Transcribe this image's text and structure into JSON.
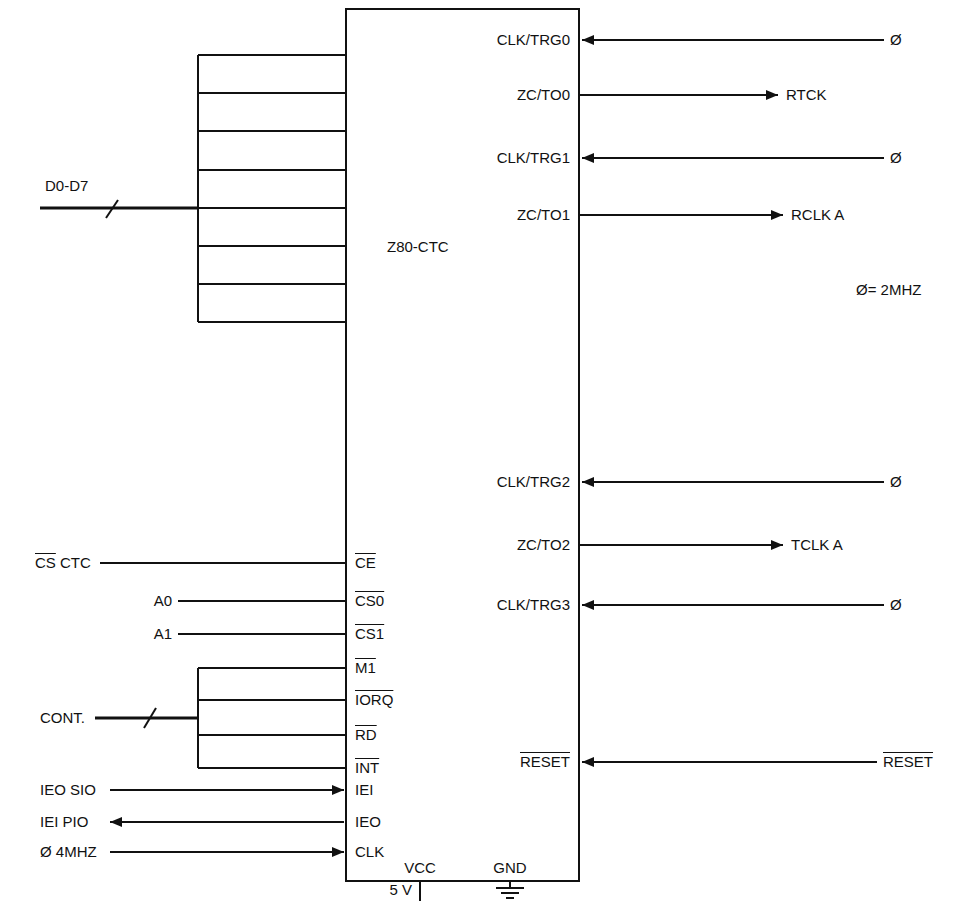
{
  "diagram": {
    "nodes": [
      {
        "text": [
          "Z80-CTC"
        ]
      }
    ],
    "labels": [
      "D0-D7",
      "CS CTC",
      "A0",
      "A1",
      "CONT.",
      "IEO SIO",
      "IEI PIO",
      "Ø 4MHZ",
      "Ø",
      "RTCK",
      "Ø",
      "RCLK A",
      "Ø= 2MHZ",
      "Ø",
      "TCLK A",
      "Ø",
      "RESET",
      "5 V",
      "CLK/TRG0",
      "ZC/TO0",
      "CLK/TRG1",
      "ZC/TO1",
      "CLK/TRG2",
      "ZC/TO2",
      "CLK/TRG3",
      "RESET",
      "CE",
      "CS0",
      "CS1",
      "M1",
      "IORQ",
      "RD",
      "INT",
      "IEI",
      "IEO",
      "CLK",
      "VCC",
      "GND"
    ]
  }
}
